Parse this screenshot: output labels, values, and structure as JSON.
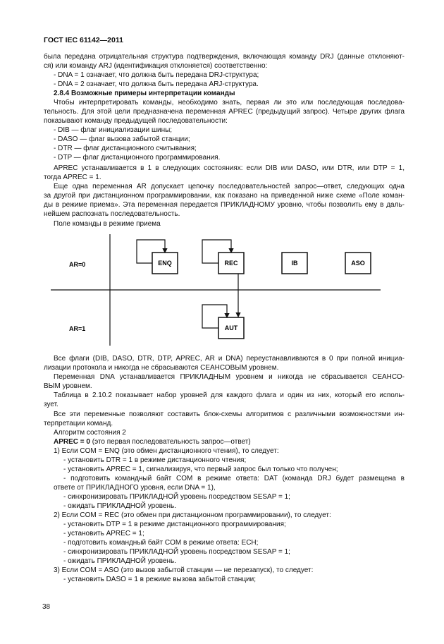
{
  "header": "ГОСТ IEC 61142—2011",
  "lines": [
    "была передана отрицательная структура подтверждения, включающая команду DRJ (данные отклоняют-",
    "ся) или команду ARJ (идентификация отклоняется) соответственно:",
    "- DNA = 1 означает, что должна быть передана DRJ-структура;",
    "- DNA = 2 означает, что должна быть передана ARJ-структура.",
    "2.8.4 Возможные примеры интерпретации команды",
    "Чтобы интерпретировать команды, необходимо знать, первая ли это или последующая последова-",
    "тельность. Для этой цели предназначена переменная APREC (предыдущий запрос). Четыре других флага",
    "показывают команду предыдущей последовательности:",
    "- DIB — флаг инициализации шины;",
    "- DASO — флаг вызова забытой станции;",
    "- DTR — флаг дистанционного считывания;",
    "- DTP — флаг дистанционного программирования.",
    "APREC устанавливается в 1 в следующих состояниях: если DIB или DASO, или DTR, или DTP = 1,",
    "тогда APREC = 1.",
    "Еще одна переменная AR допускает цепочку последовательностей запрос—ответ, следующих одна",
    "за другой при дистанционном программировании, как показано на приведенной ниже схеме «Поле коман-",
    "ды в режиме приема». Эта переменная передается ПРИКЛАДНОМУ уровню, чтобы позволить ему в даль-",
    "нейшем распознать последовательность.",
    "Поле команды в режиме приема",
    "Все флаги (DIB, DASO, DTR, DTP, APREC, AR и DNA) переустанавливаются в 0 при полной инициа-",
    "лизации протокола и никогда не сбрасываются СЕАНСОВЫМ уровнем.",
    "Переменная DNA устанавливается ПРИКЛАДНЫМ уровнем и никогда не сбрасывается СЕАНСО-",
    "ВЫМ уровнем.",
    "Таблица в 2.10.2 показывает набор уровней для каждого флага и один из них, который его исполь-",
    "зует.",
    "Все эти переменные позволяют составить блок-схемы алгоритмов с различными возможностями ин-",
    "терпретации команд.",
    "Алгоритм состояния 2",
    "APREC = 0",
    " (это первая последовательность запрос—ответ)",
    "1) Если COM = ENQ (это обмен дистанционного чтения), то следует:",
    "- установить DTR = 1 в режиме дистанционного чтения;",
    "- установить APREC = 1, сигнализируя, что первый запрос был только что получен;",
    "- подготовить командный байт COM в режиме ответа: DAT (команда DRJ будет размещена в",
    "ответе от ПРИКЛАДНОГО уровня, если DNA = 1),",
    "- синхронизировать ПРИКЛАДНОЙ уровень посредством SESAP = 1;",
    "- ожидать ПРИКЛАДНОЙ уровень.",
    "2) Если COM = REC (это обмен при дистанционном программировании), то следует:",
    "- установить DTP = 1 в режиме дистанционного программирования;",
    "- установить APREC = 1;",
    "- подготовить командный байт COM в режиме ответа: ECH;",
    "- синхронизировать ПРИКЛАДНОЙ уровень посредством SESAP = 1;",
    "- ожидать ПРИКЛАДНОЙ уровень.",
    "3) Если COM = ASO (это вызов забытой станции — не перезапуск), то следует:",
    "- установить DASO = 1 в режиме вызова забытой станции;"
  ],
  "diagram": {
    "row_labels": [
      "AR=0",
      "AR=1"
    ],
    "boxes": [
      "ENQ",
      "REC",
      "IB",
      "ASO",
      "AUT"
    ]
  },
  "page_number": "38"
}
